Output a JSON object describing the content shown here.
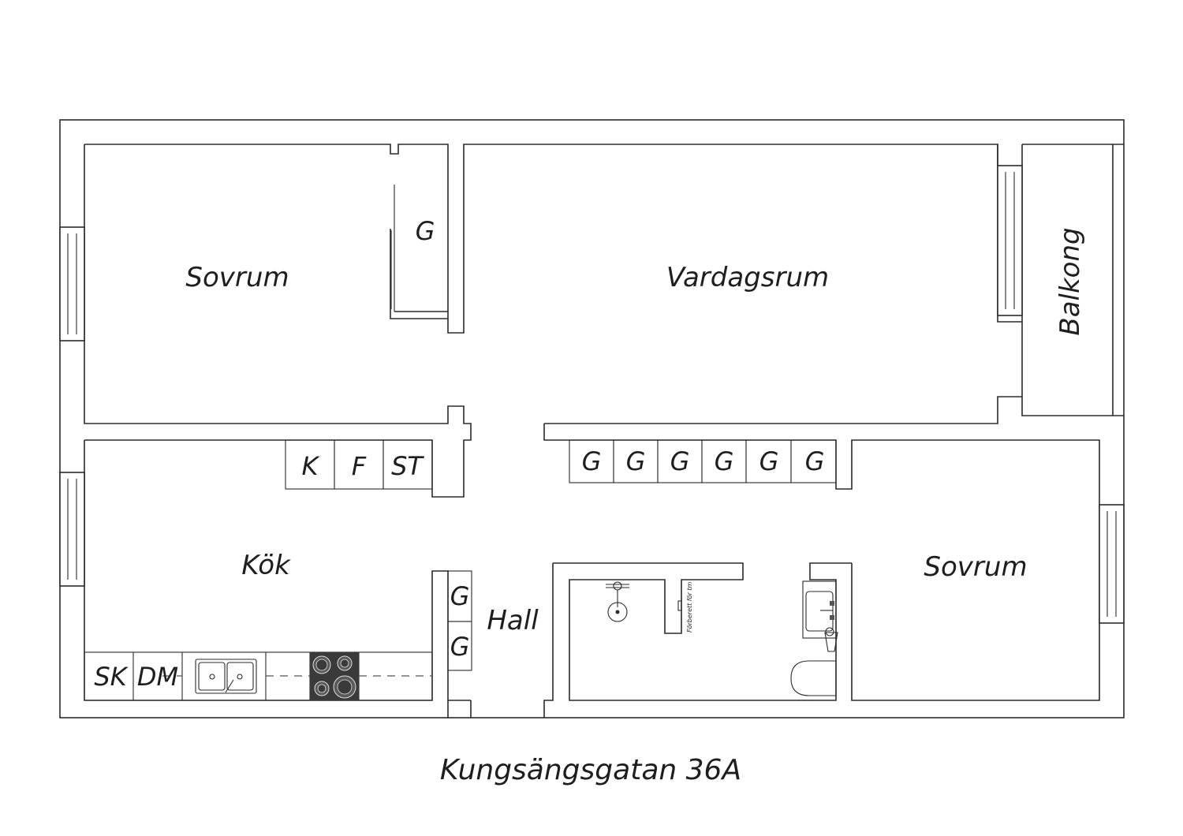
{
  "rooms": {
    "bedroom_top": "Sovrum",
    "living_room": "Vardagsrum",
    "balcony": "Balkong",
    "kitchen": "Kök",
    "hall": "Hall",
    "bedroom_bottom": "Sovrum"
  },
  "wardrobes": {
    "bedroom_top": "G",
    "hall_row": [
      "G",
      "G",
      "G",
      "G",
      "G",
      "G"
    ],
    "hall_column": [
      "G",
      "G"
    ]
  },
  "kitchen_units": {
    "top_row": [
      "K",
      "F",
      "ST"
    ],
    "counter": [
      "SK",
      "DM"
    ]
  },
  "bathroom_note": "Förberett för tm",
  "address": "Kungsängsgatan 36A"
}
